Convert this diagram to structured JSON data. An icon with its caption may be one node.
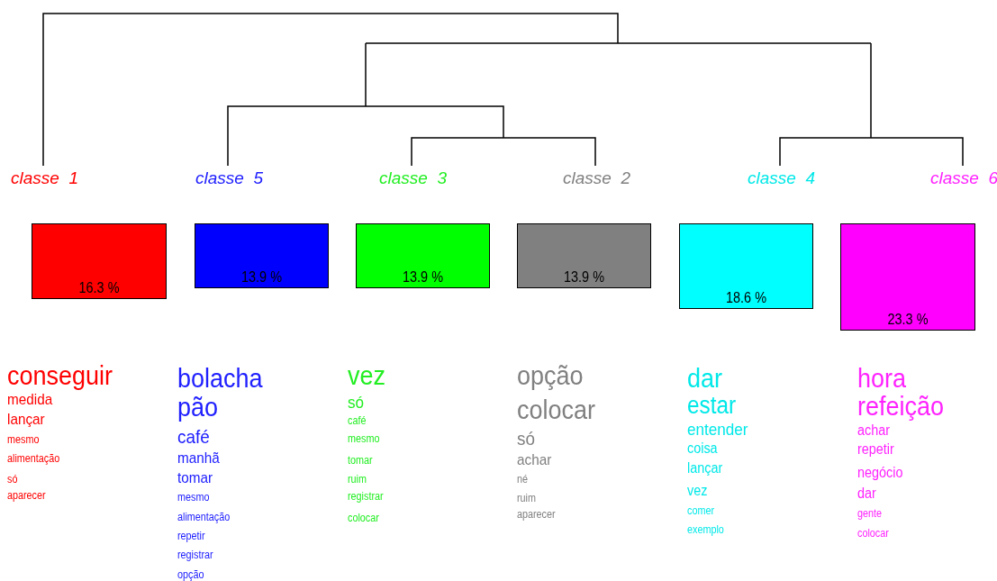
{
  "diagram": {
    "nodes": [
      {
        "text": [
          "16.3 %"
        ],
        "beside": [
          "classe  1",
          "conseguir",
          "medida",
          "lançar",
          "mesmo",
          "alimentação",
          "só",
          "aparecer"
        ]
      },
      {
        "text": [
          "13.9 %"
        ],
        "beside": [
          "classe  5",
          "bolacha",
          "pão",
          "café",
          "manhã",
          "tomar",
          "mesmo",
          "alimentação",
          "repetir",
          "registrar",
          "opção"
        ]
      },
      {
        "text": [
          "13.9 %"
        ],
        "beside": [
          "classe  3",
          "vez",
          "só",
          "café",
          "mesmo",
          "tomar",
          "ruim",
          "registrar",
          "colocar"
        ]
      },
      {
        "text": [
          "13.9 %"
        ],
        "beside": [
          "classe  2",
          "opção",
          "colocar",
          "só",
          "achar",
          "né",
          "ruim",
          "aparecer"
        ]
      },
      {
        "text": [
          "18.6 %"
        ],
        "beside": [
          "classe  4",
          "dar",
          "estar",
          "entender",
          "coisa",
          "lançar",
          "vez",
          "comer",
          "exemplo"
        ]
      },
      {
        "text": [
          "23.3 %"
        ],
        "beside": [
          "classe  6",
          "hora",
          "refeição",
          "achar",
          "repetir",
          "negócio",
          "dar",
          "gente",
          "colocar"
        ]
      }
    ]
  }
}
